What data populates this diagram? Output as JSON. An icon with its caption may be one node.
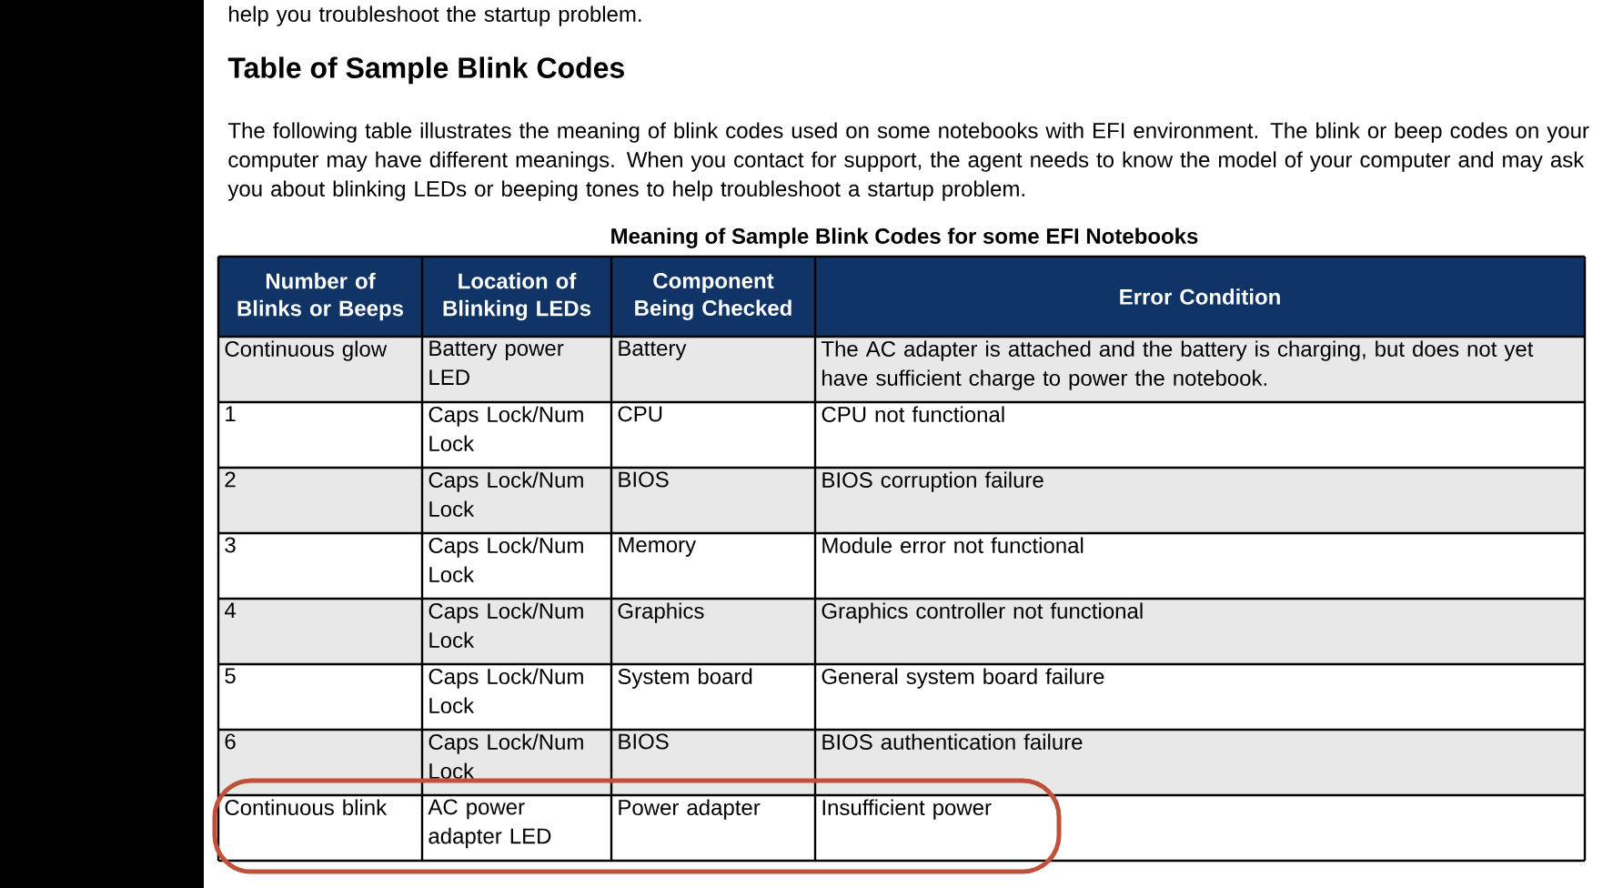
{
  "diagram": {
    "labels": [
      "help you troubleshoot the startup problem.",
      "Table of Sample Blink Codes",
      "The following table illustrates the meaning of blink codes used on some notebooks with EFI environment. The blink or beep codes on your computer may have different meanings. When you contact for support, the agent needs to know the model of your computer and may ask you about blinking LEDs or beeping tones to help troubleshoot a startup problem.",
      "Meaning of Sample Blink Codes for some EFI Notebooks",
      "Number of Blinks or Beeps",
      "Location of Blinking LEDs",
      "Component Being Checked",
      "Error Condition",
      "Continuous glow",
      "Battery power LED",
      "Battery",
      "The AC adapter is attached and the battery is charging, but does not yet have sufficient charge to power the notebook.",
      "1",
      "Caps Lock/Num Lock",
      "CPU",
      "CPU not functional",
      "2",
      "Caps Lock/Num Lock",
      "BIOS",
      "BIOS corruption failure",
      "3",
      "Caps Lock/Num Lock",
      "Memory",
      "Module error not functional",
      "4",
      "Caps Lock/Num Lock",
      "Graphics",
      "Graphics controller not functional",
      "5",
      "Caps Lock/Num Lock",
      "System board",
      "General system board failure",
      "6",
      "Caps Lock/Num Lock",
      "BIOS",
      "BIOS authentication failure",
      "Continuous blink",
      "AC power adapter LED",
      "Power adapter",
      "Insufficient power"
    ]
  }
}
